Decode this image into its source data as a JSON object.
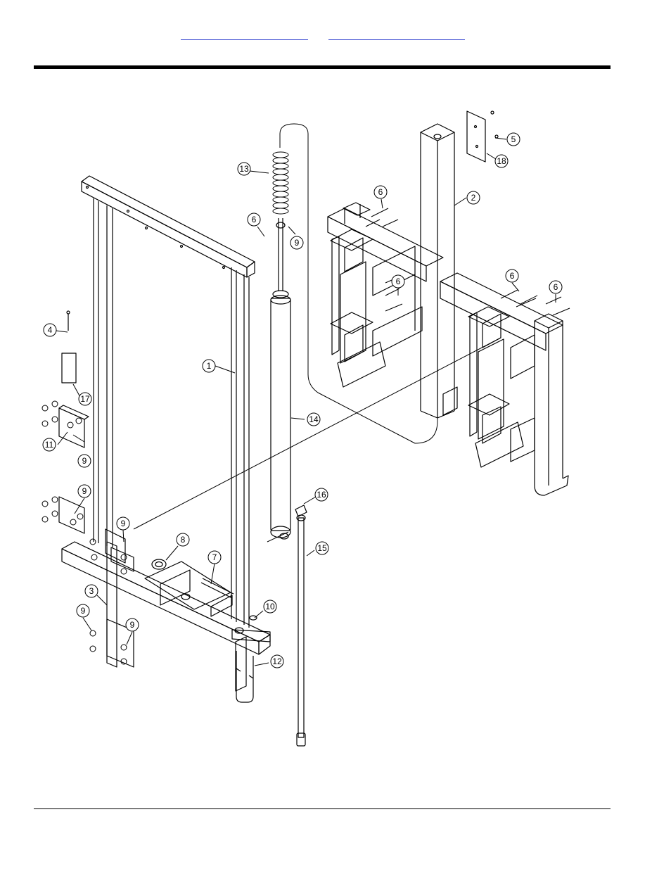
{
  "header": {
    "links": [
      "",
      ""
    ],
    "link_color": "#2f3fcf"
  },
  "diagram": {
    "callouts": [
      "1",
      "2",
      "3",
      "4",
      "5",
      "6",
      "6",
      "6",
      "6",
      "6",
      "7",
      "8",
      "9",
      "9",
      "9",
      "9",
      "9",
      "9",
      "10",
      "11",
      "12",
      "13",
      "14",
      "15",
      "16",
      "17",
      "18"
    ]
  }
}
